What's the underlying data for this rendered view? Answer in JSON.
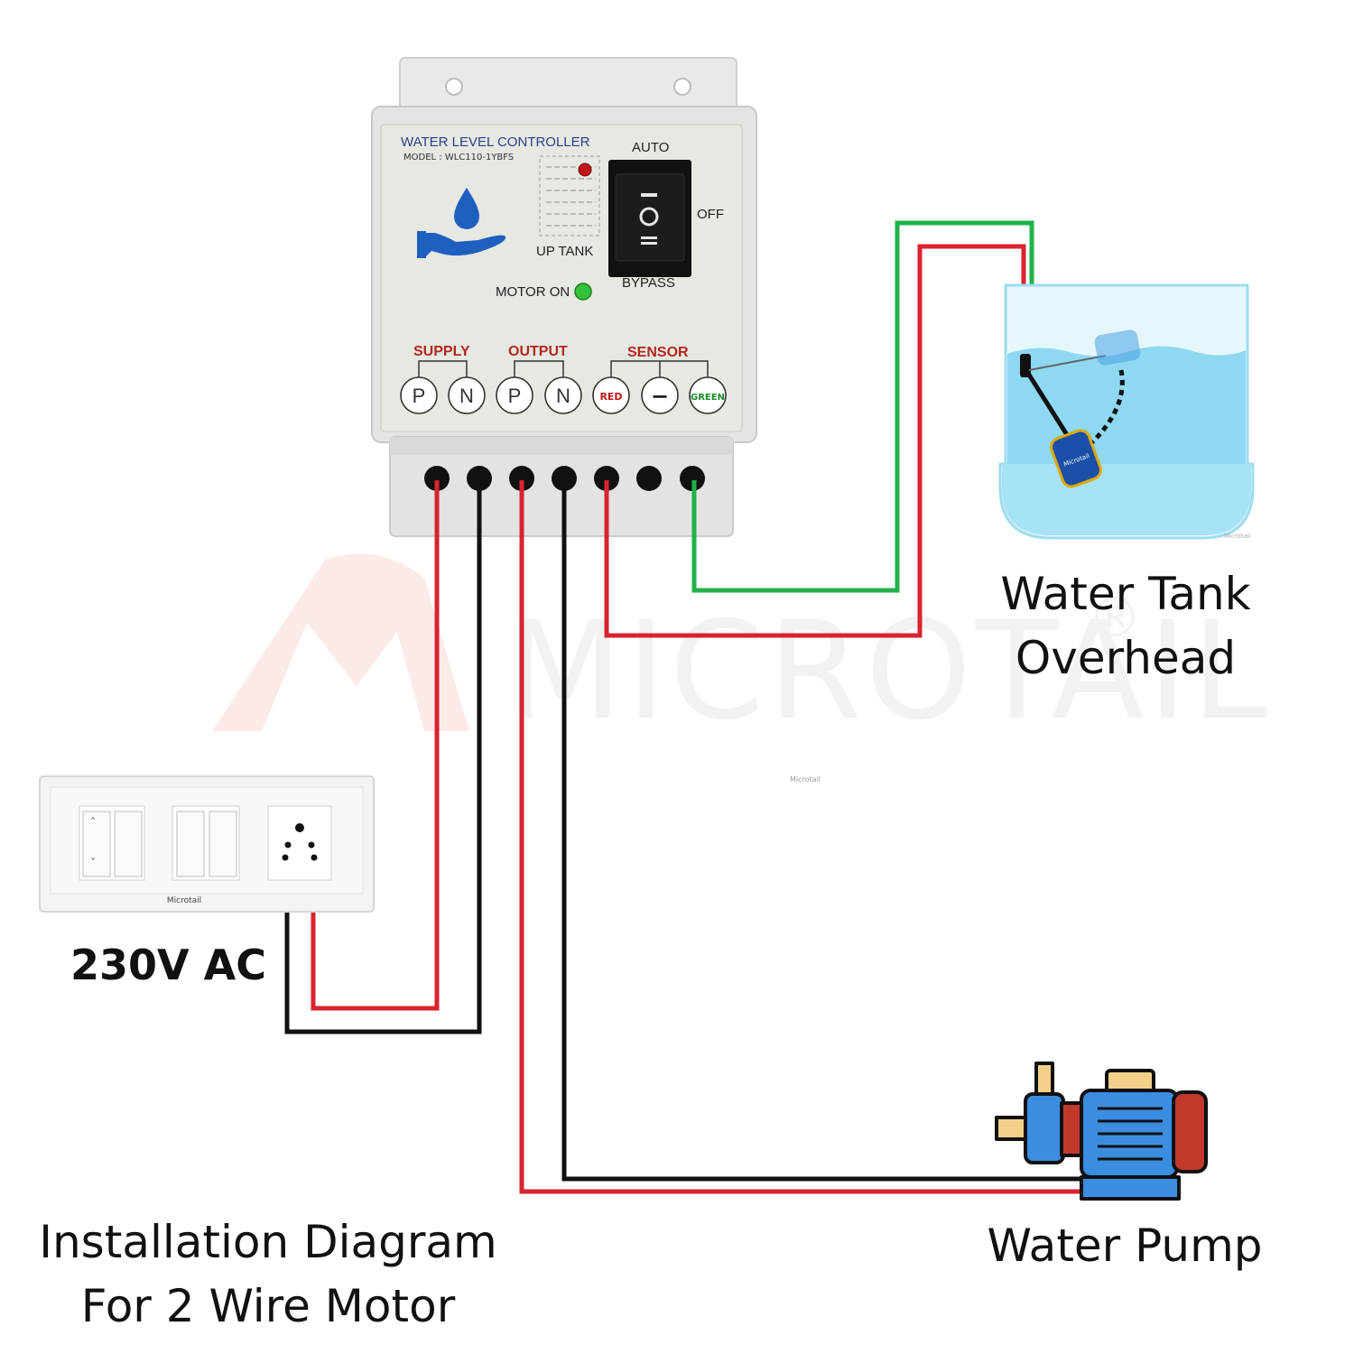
{
  "watermark": {
    "brand": "MICROTAIL",
    "small_mark": "Microtail",
    "registered": "®"
  },
  "controller": {
    "title": "WATER LEVEL CONTROLLER",
    "model": "MODEL : WLC110-1YBFS",
    "up_tank_label": "UP TANK",
    "motor_on_label": "MOTOR ON",
    "switch_positions": {
      "auto": "AUTO",
      "off": "OFF",
      "bypass": "BYPASS"
    },
    "groups": {
      "supply": "SUPPLY",
      "output": "OUTPUT",
      "sensor": "SENSOR"
    },
    "terminals": [
      "P",
      "N",
      "P",
      "N",
      "RED",
      "−",
      "GREEN"
    ]
  },
  "socket_panel": {
    "brand_mark": "Microtail",
    "voltage_label": "230V AC"
  },
  "tank": {
    "label_line1": "Water Tank",
    "label_line2": "Overhead",
    "float_mark": "Microtail"
  },
  "pump": {
    "label": "Water Pump"
  },
  "caption": {
    "line1": "Installation Diagram",
    "line2": "For 2 Wire Motor"
  },
  "colors": {
    "wire_red": "#d9232e",
    "wire_black": "#111111",
    "wire_green": "#1fb24a",
    "panel_face": "#e6e9e2",
    "enclosure": "#e8e8e8",
    "water": "#8fd8f2",
    "pump_body": "#3b8de0",
    "pump_motor_end": "#c0392b"
  }
}
